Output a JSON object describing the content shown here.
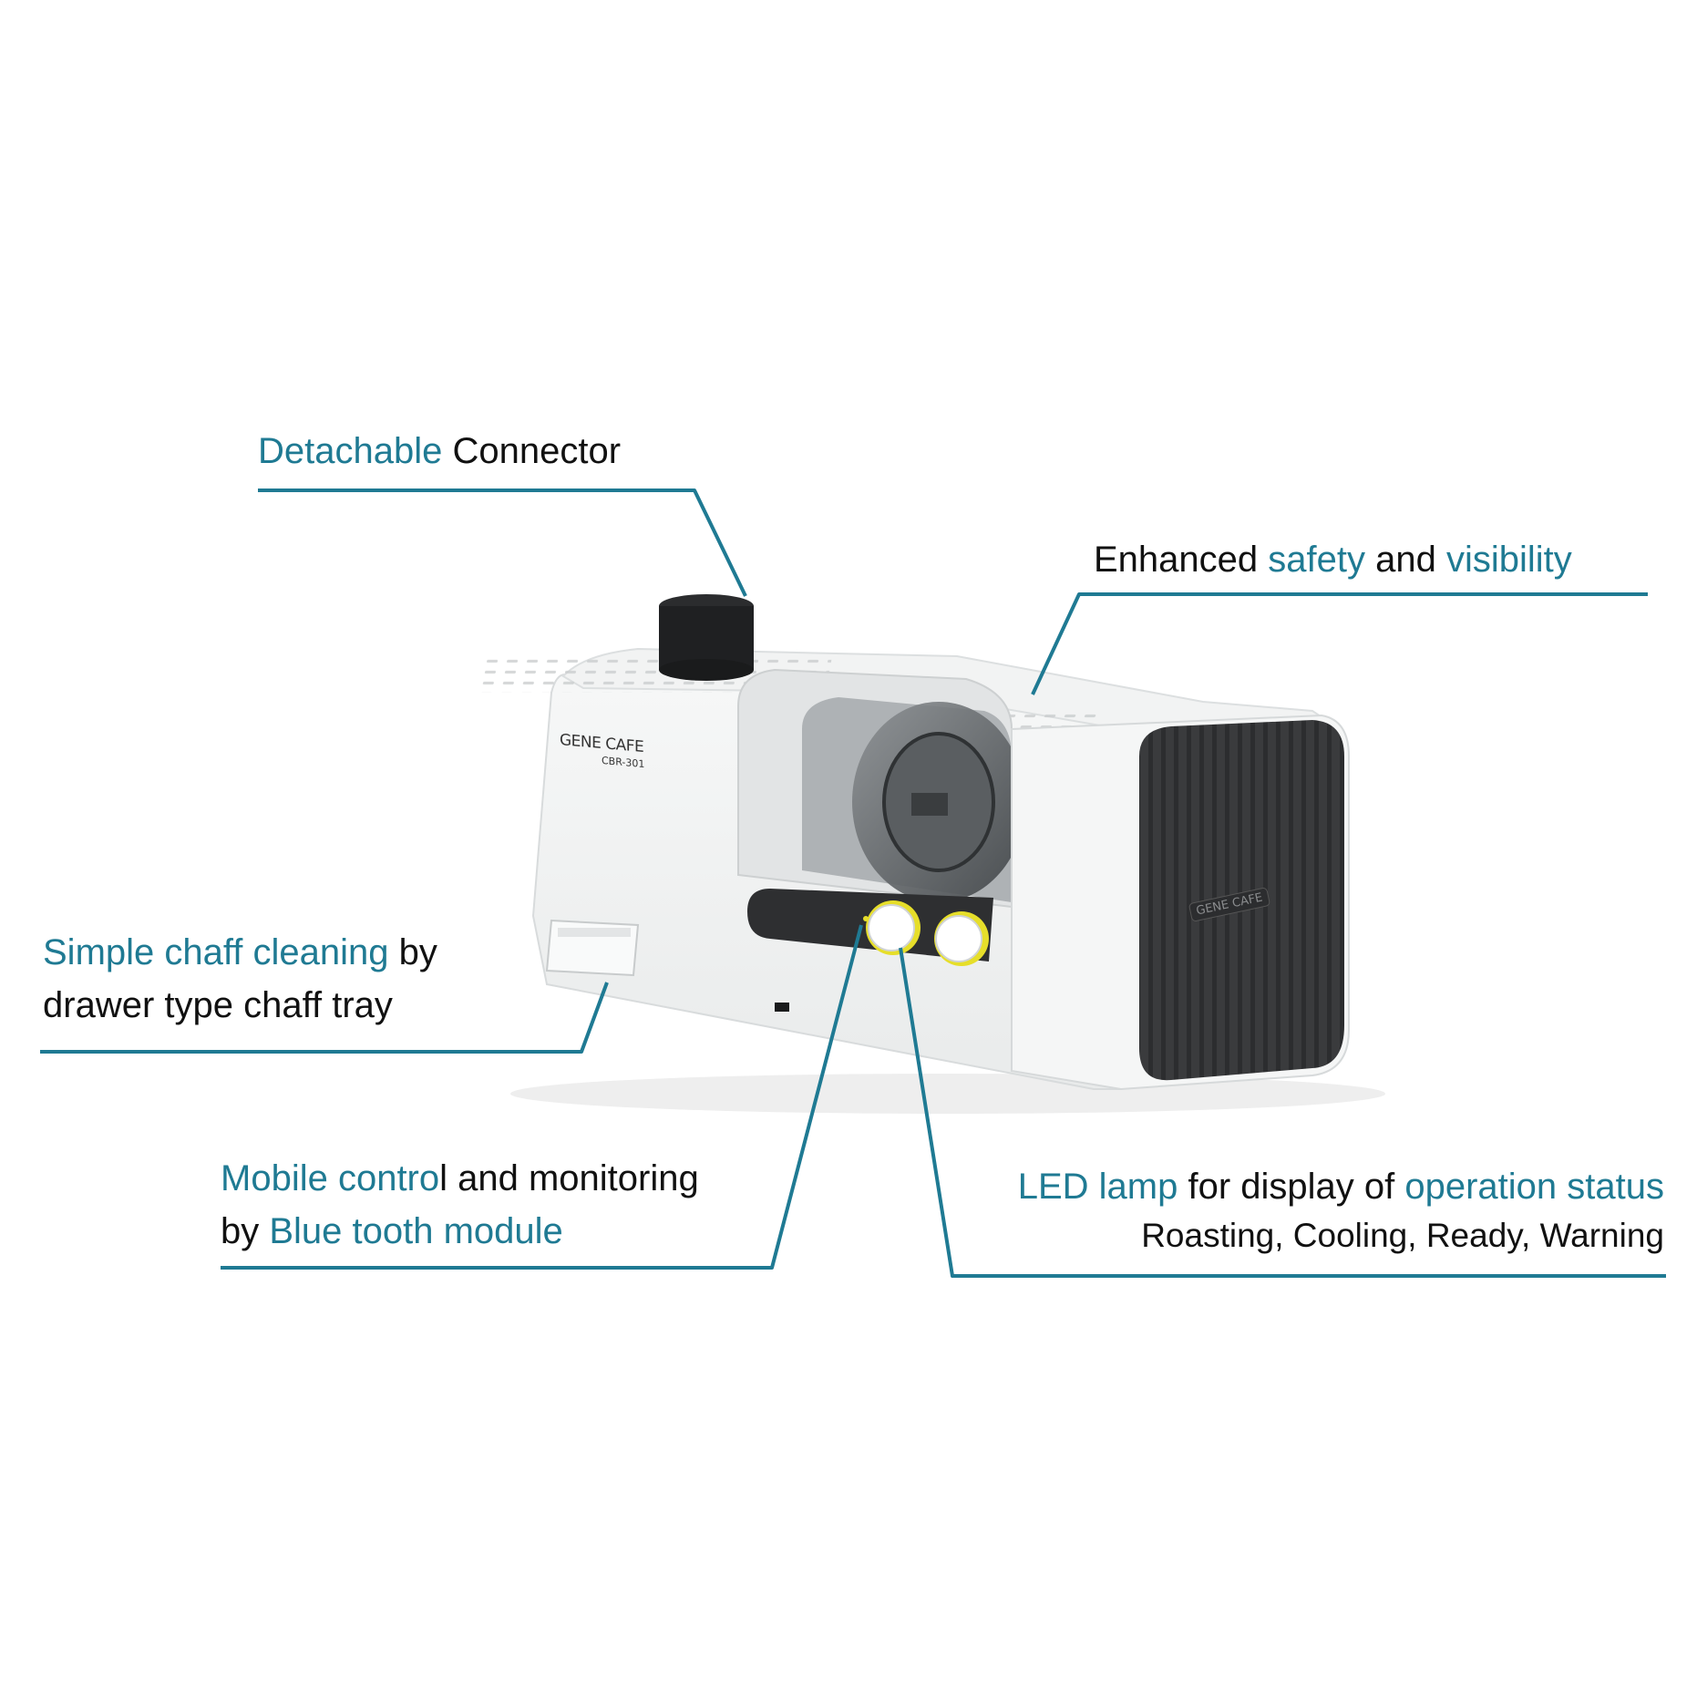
{
  "colors": {
    "accent": "#1f7a93",
    "text": "#111111",
    "background": "#ffffff",
    "device_body": "#f4f5f5",
    "grille": "#3c3d3f",
    "led": "#e6de2a"
  },
  "device": {
    "brand": "GENE CAFE",
    "model": "CBR-301",
    "side_brand": "GENE CAFE"
  },
  "callouts": {
    "connector": {
      "highlight": "Detachable",
      "text": " Connector"
    },
    "safety": {
      "t1": "Enhanced ",
      "h1": "safety",
      "t2": " and ",
      "h2": "visibility"
    },
    "chaff": {
      "h1": "Simple chaff cleaning",
      "t1": " by",
      "line2": "drawer type chaff tray"
    },
    "mobile": {
      "h1": "Mobile contro",
      "t1": "l and monitoring",
      "t2": "by ",
      "h2": "Blue tooth module"
    },
    "led": {
      "h1": "LED lamp",
      "t1": " for display of ",
      "h2": "operation status",
      "sub": "Roasting, Cooling, Ready, Warning"
    }
  }
}
